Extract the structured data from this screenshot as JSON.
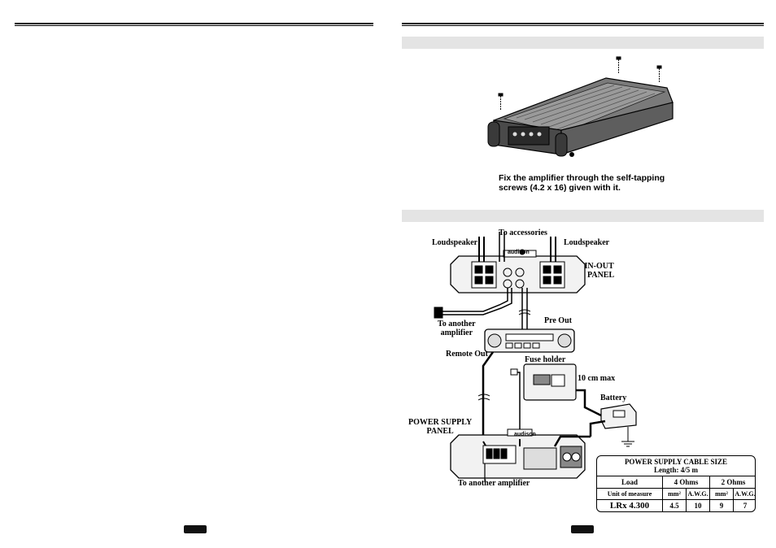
{
  "left_page": {
    "page_number": ""
  },
  "right_page": {
    "section1": {
      "title": ""
    },
    "install_caption_line1": "Fix the amplifier through the self-tapping",
    "install_caption_line2": "screws (4.2 x 16) given with it.",
    "section2": {
      "title": ""
    },
    "diagram": {
      "to_accessories": "To accessories",
      "loudspeaker_left": "Loudspeaker",
      "loudspeaker_right": "Loudspeaker",
      "in_out_panel_line1": "IN-OUT",
      "in_out_panel_line2": "PANEL",
      "to_another_amplifier_line1": "To another",
      "to_another_amplifier_line2": "amplifier",
      "pre_out": "Pre Out",
      "remote_out": "Remote Out",
      "fuse_holder": "Fuse holder",
      "fuse_distance": "10 cm max",
      "battery": "Battery",
      "power_supply_panel_line1": "POWER SUPPLY",
      "power_supply_panel_line2": "PANEL",
      "to_another_amplifier_bottom": "To another amplifier",
      "brand_logo": "audison"
    },
    "cable_table": {
      "title": "POWER SUPPLY CABLE SIZE",
      "subtitle": "Length: 4/5 m",
      "header_load": "Load",
      "header_4ohm": "4 Ohms",
      "header_2ohm": "2 Ohms",
      "unit_label": "Unit of measure",
      "unit_mm_4": "mm²",
      "unit_awg_4": "A.W.G.",
      "unit_mm_2": "mm²",
      "unit_awg_2": "A.W.G.",
      "model": "LRx 4.300",
      "val_mm_4": "4.5",
      "val_awg_4": "10",
      "val_mm_2": "9",
      "val_awg_2": "7"
    },
    "page_number": ""
  }
}
